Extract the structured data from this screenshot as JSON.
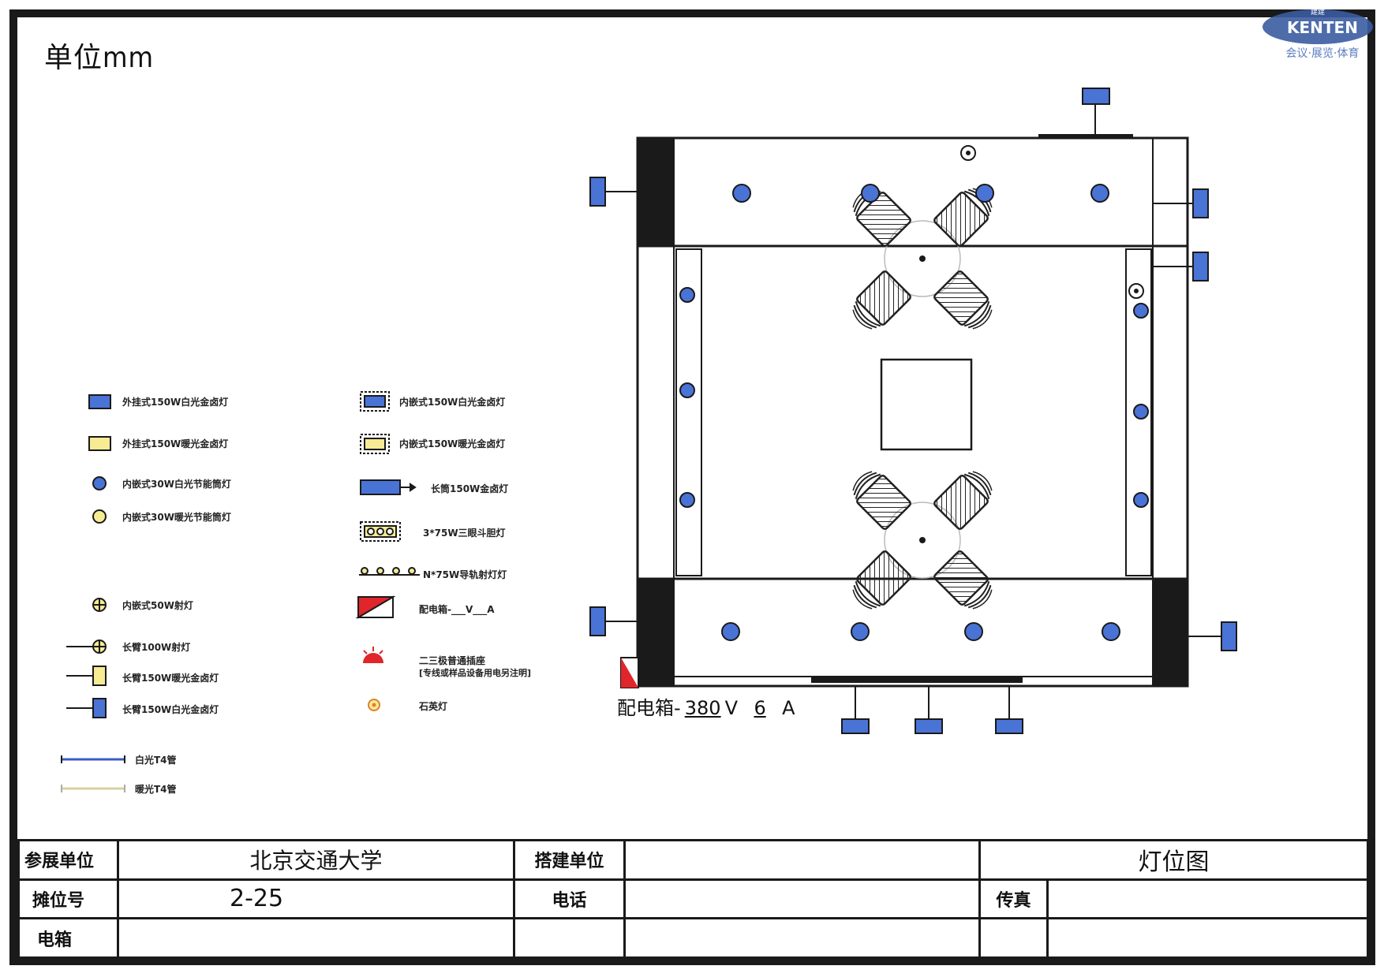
{
  "unit_label": "单位mm",
  "logo": {
    "brand": "KENTEN",
    "slogan": "会议·展览·体育",
    "top_text": "建建",
    "color": "#3a5ca0"
  },
  "colors": {
    "fixture_blue": "#4a73d6",
    "fixture_yellow": "#f7eb93",
    "red": "#e0262b",
    "ink": "#1a1a1a"
  },
  "legend_left": [
    {
      "icon": "rect-blue-icon",
      "label": "外挂式150W白光金卤灯"
    },
    {
      "icon": "rect-yellow-icon",
      "label": "外挂式150W暖光金卤灯"
    },
    {
      "icon": "circle-blue-icon",
      "label": "内嵌式30W白光节能筒灯"
    },
    {
      "icon": "circle-yellow-icon",
      "label": "内嵌式30W暖光节能筒灯"
    },
    {
      "icon": "crosshair-icon",
      "label": "内嵌式50W射灯"
    },
    {
      "icon": "arm-crosshair-icon",
      "label": "长臂100W射灯"
    },
    {
      "icon": "arm-yellow-icon",
      "label": "长臂150W暖光金卤灯"
    },
    {
      "icon": "arm-blue-icon",
      "label": "长臂150W白光金卤灯"
    },
    {
      "icon": "blue-tube-icon",
      "label": "白光T4管"
    },
    {
      "icon": "warm-tube-icon",
      "label": "暖光T4管"
    }
  ],
  "legend_right": [
    {
      "icon": "recessed-blue-icon",
      "label": "内嵌式150W白光金卤灯"
    },
    {
      "icon": "recessed-yellow-icon",
      "label": "内嵌式150W暖光金卤灯"
    },
    {
      "icon": "long-tube-icon",
      "label": "长筒150W金卤灯"
    },
    {
      "icon": "triple-eye-icon",
      "label": "3*75W三眼斗胆灯"
    },
    {
      "icon": "track-light-icon",
      "label": "N*75W导轨射灯灯"
    },
    {
      "icon": "distribution-box-icon",
      "label": "配电箱-___V___A"
    },
    {
      "icon": "socket-icon",
      "label": "二三极普通插座",
      "sublabel": "[专线或样品设备用电另注明]"
    },
    {
      "icon": "quartz-lamp-icon",
      "label": "石英灯"
    }
  ],
  "electric_box": {
    "prefix": "配电箱-",
    "voltage": "380",
    "v_unit": "V",
    "current": "6",
    "a_unit": "A"
  },
  "title_block": {
    "exhibitor_label": "参展单位",
    "exhibitor_value": "北京交通大学",
    "builder_label": "搭建单位",
    "builder_value": "",
    "drawing_title": "灯位图",
    "booth_label": "摊位号",
    "booth_value": "2-25",
    "phone_label": "电话",
    "phone_value": "",
    "fax_label": "传真",
    "fax_value": "",
    "power_label": "电箱",
    "power_value": ""
  }
}
